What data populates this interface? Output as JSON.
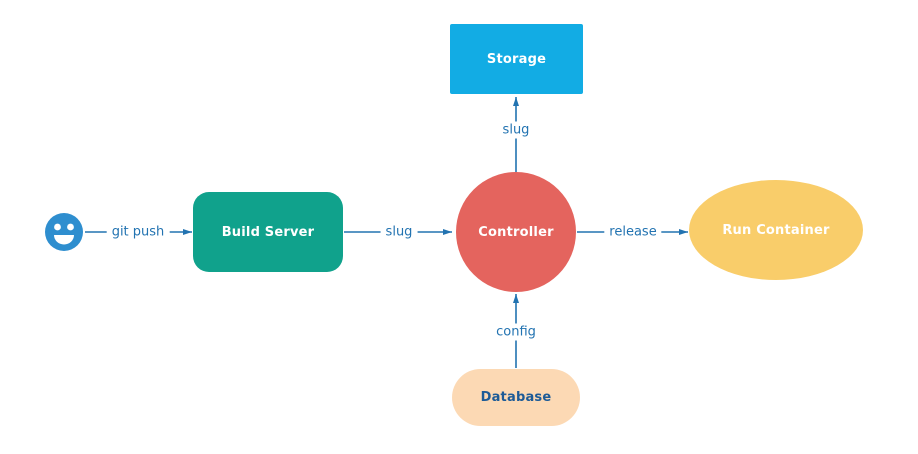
{
  "nodes": {
    "actor": {
      "icon": "smiley-face-icon",
      "shape": "icon"
    },
    "build_server": {
      "label": "Build Server",
      "shape": "rounded-rectangle",
      "color": "#10a28c"
    },
    "controller": {
      "label": "Controller",
      "shape": "circle",
      "color": "#e4645e"
    },
    "storage": {
      "label": "Storage",
      "shape": "rectangle",
      "color": "#12ace4"
    },
    "run_container": {
      "label": "Run Container",
      "shape": "ellipse",
      "color": "#f9cd6a"
    },
    "database": {
      "label": "Database",
      "shape": "stadium",
      "color": "#fcd9b4"
    }
  },
  "edges": [
    {
      "from": "actor",
      "to": "build_server",
      "label": "git push",
      "direction": "right"
    },
    {
      "from": "build_server",
      "to": "controller",
      "label": "slug",
      "direction": "right"
    },
    {
      "from": "controller",
      "to": "run_container",
      "label": "release",
      "direction": "right"
    },
    {
      "from": "controller",
      "to": "storage",
      "label": "slug",
      "direction": "up"
    },
    {
      "from": "database",
      "to": "controller",
      "label": "config",
      "direction": "up"
    }
  ],
  "colors": {
    "canvas-bg": "#ffffff",
    "arrow": "#2273b1",
    "edge-label": "#2273b1",
    "smiley": "#2e8ecf",
    "build-server": "#10a28c",
    "controller": "#e4645e",
    "storage": "#12ace4",
    "run-container": "#f9cd6a",
    "database": "#fcd9b4",
    "database-text": "#1d5b97",
    "node-text": "#ffffff"
  }
}
